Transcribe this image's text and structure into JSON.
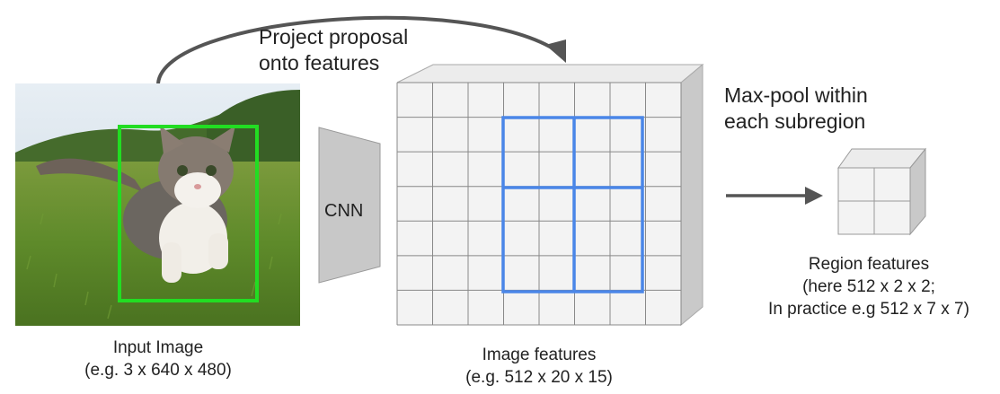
{
  "labels": {
    "project_line1": "Project proposal",
    "project_line2": "onto features",
    "cnn": "CNN",
    "maxpool_line1": "Max-pool within",
    "maxpool_line2": "each subregion",
    "input_line1": "Input Image",
    "input_line2": "(e.g. 3 x 640 x 480)",
    "features_line1": "Image features",
    "features_line2": "(e.g. 512 x 20 x 15)",
    "region_line1": "Region features",
    "region_line2": "(here 512 x 2 x 2;",
    "region_line3": "In practice e.g 512 x 7 x 7)"
  },
  "colors": {
    "proposal_box": "#22dd22",
    "projected_region": "#4a86e8",
    "arrow": "#555555",
    "cell_fill": "#f3f3f3",
    "cell_border": "#888888",
    "side_face": "#c9c9c9",
    "top_face": "#ececec",
    "cnn_block": "#c8c8c8",
    "text": "#222222"
  },
  "feature_grid": {
    "columns": 8,
    "rows": 7
  },
  "region_grid": {
    "columns": 2,
    "rows": 2
  },
  "input_image": {
    "subject": "kitten-on-grass-photo"
  }
}
